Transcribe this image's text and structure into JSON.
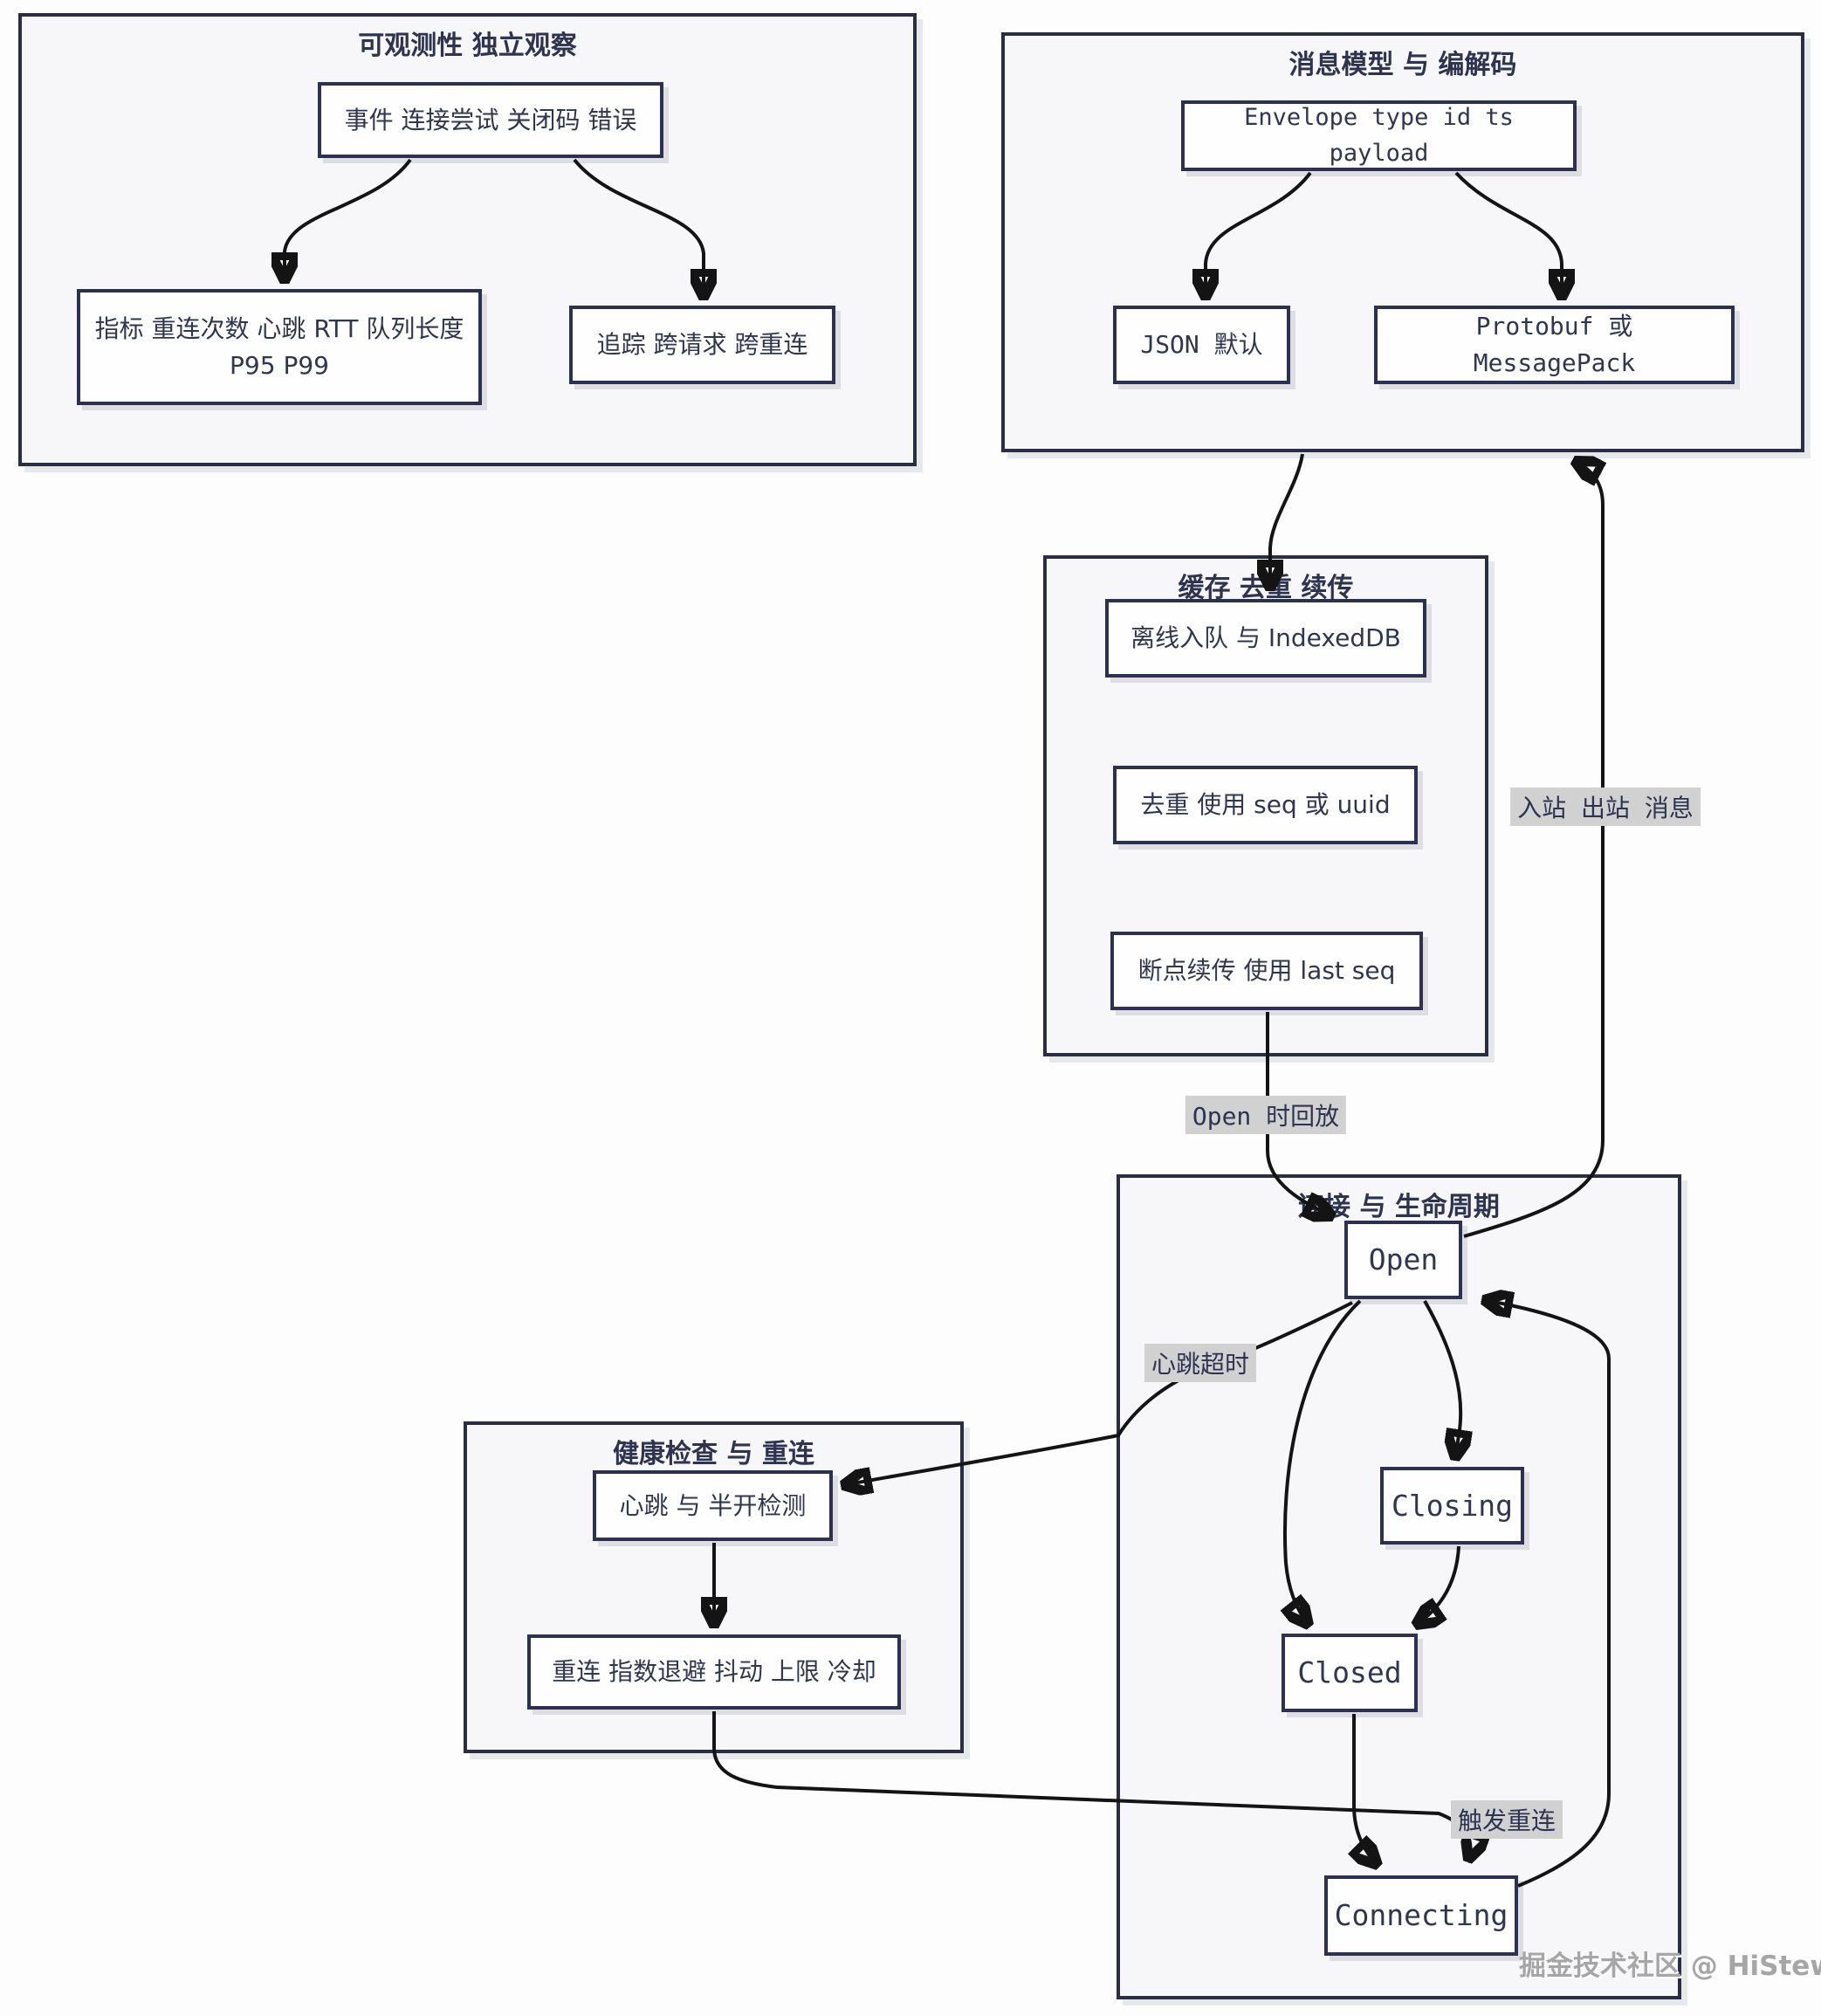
{
  "diagram": {
    "watermark": "掘金技术社区 @ HiStewie",
    "colors": {
      "border": "#2b2d42",
      "arrow": "#141414",
      "container_fill": "#f7f7fa",
      "node_fill": "#fefeff",
      "edge_label_bg": "#d1d1d1",
      "text": "#303650"
    },
    "groups": {
      "observability": {
        "title": "可观测性 独立观察",
        "nodes": {
          "events": {
            "label": "事件 连接尝试 关闭码 错误"
          },
          "metrics": {
            "label": "指标 重连次数 心跳 RTT 队列长度 P95 P99"
          },
          "tracing": {
            "label": "追踪 跨请求 跨重连"
          }
        }
      },
      "message_model": {
        "title": "消息模型 与 编解码",
        "nodes": {
          "envelope": {
            "label": "Envelope type id ts payload"
          },
          "json_default": {
            "label": "JSON 默认"
          },
          "protobuf": {
            "label": "Protobuf 或 MessagePack"
          }
        }
      },
      "cache": {
        "title": "缓存 去重 续传",
        "nodes": {
          "offline_queue": {
            "label": "离线入队 与 IndexedDB"
          },
          "dedup": {
            "label": "去重 使用 seq 或 uuid"
          },
          "resume": {
            "label": "断点续传 使用 last seq"
          }
        }
      },
      "lifecycle": {
        "title": "连接 与 生命周期",
        "nodes": {
          "open": {
            "label": "Open"
          },
          "closing": {
            "label": "Closing"
          },
          "closed": {
            "label": "Closed"
          },
          "connecting": {
            "label": "Connecting"
          }
        }
      },
      "health": {
        "title": "健康检查 与 重连",
        "nodes": {
          "heartbeat": {
            "label": "心跳 与 半开检测"
          },
          "reconnect": {
            "label": "重连 指数退避 抖动 上限 冷却"
          }
        }
      }
    },
    "edge_labels": {
      "replay_on_open": "Open 时回放",
      "inbound_outbound": "入站 出站 消息",
      "heartbeat_timeout": "心跳超时",
      "trigger_reconnect": "触发重连"
    }
  }
}
